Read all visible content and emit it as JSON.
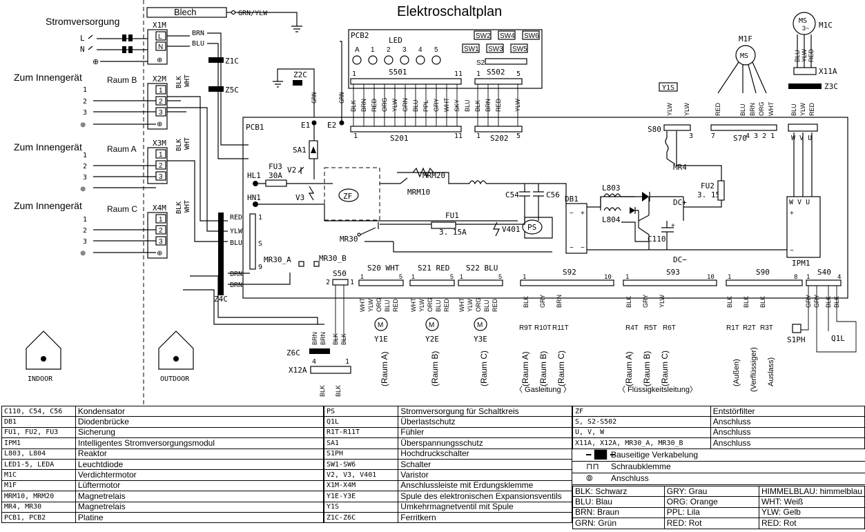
{
  "title": "Elektroschaltplan",
  "labels": {
    "power_supply": "Stromversorgung",
    "to_indoor": "Zum Innengerät",
    "blech": "Blech",
    "grn_ylw": "GRN/YLW",
    "room_b": "Raum B",
    "room_a": "Raum A",
    "room_c": "Raum C",
    "indoor": "INDOOR",
    "outdoor": "OUTDOOR",
    "gas_line": "〈 Gasleitung 〉",
    "liquid_line": "〈 Flüssigkeitsleitung〉",
    "pcb1": "PCB1",
    "pcb2": "PCB2",
    "led": "LED",
    "ipm1": "IPM1",
    "db1": "DB1",
    "l803": "L803",
    "l804": "L804",
    "c110": "C110",
    "c54": "C54",
    "c56": "C56",
    "fu1": "FU1",
    "fu1_val": "3. 15A",
    "fu2": "FU2",
    "fu2_val": "3. 15A",
    "fu3": "FU3",
    "fu3_val": "30A",
    "mrm10": "MRM10",
    "mrm20": "MRM20",
    "mr30": "MR30",
    "mr4": "MR4",
    "mr30_a": "MR30_A",
    "mr30_b": "MR30_B",
    "hl1": "HL1",
    "hn1": "HN1",
    "e1": "E1",
    "e2": "E2",
    "sa1": "SA1",
    "v2": "V2",
    "v3": "V3",
    "v401": "V401",
    "zf": "ZF",
    "ps": "PS",
    "z1c": "Z1C",
    "z2c": "Z2C",
    "z3c": "Z3C",
    "z4c": "Z4C",
    "z5c": "Z5C",
    "z6c": "Z6C",
    "x1m": "X1M",
    "x2m": "X2M",
    "x3m": "X3M",
    "x4m": "X4M",
    "x11a": "X11A",
    "x12a": "X12A",
    "m1f": "M1F",
    "m1c": "M1C",
    "ms": "MS",
    "y1s": "Y1S",
    "s80": "S80",
    "s70": "S70",
    "s201": "S201",
    "s202": "S202",
    "s501": "S501",
    "s502": "S502",
    "s2": "S2",
    "s20": "S20 WHT",
    "s21": "S21 RED",
    "s22": "S22 BLU",
    "s50": "S50",
    "s92": "S92",
    "s93": "S93",
    "s90": "S90",
    "s40": "S40",
    "s1ph": "S1PH",
    "q1l": "Q1L",
    "y1e": "Y1E",
    "y2e": "Y2E",
    "y3e": "Y3E",
    "dc_plus": "DC+",
    "dc_minus": "DC−",
    "sw1": "SW1",
    "sw2": "SW2",
    "sw3": "SW3",
    "sw4": "SW4",
    "sw5": "SW5",
    "sw6": "SW6",
    "rooms": [
      "(Raum A)",
      "(Raum B)",
      "(Raum C)"
    ],
    "sensors_gas": [
      "R9T",
      "R10T",
      "R11T"
    ],
    "sensors_liq": [
      "R4T",
      "R5T",
      "R6T"
    ],
    "sensors_out": [
      "R1T",
      "R2T",
      "R3T"
    ],
    "out_rooms": [
      "(Außen)",
      "(Verflüssiger)",
      "Auslass)"
    ]
  },
  "legend": {
    "col1": [
      [
        "C110, C54, C56",
        "Kondensator"
      ],
      [
        "DB1",
        "Diodenbrücke"
      ],
      [
        "FU1, FU2, FU3",
        "Sicherung"
      ],
      [
        "IPM1",
        "Intelligentes Stromversorgungsmodul"
      ],
      [
        "L803, L804",
        "Reaktor"
      ],
      [
        "LED1-5, LEDA",
        "Leuchtdiode"
      ],
      [
        "M1C",
        "Verdichtermotor"
      ],
      [
        "M1F",
        "Lüftermotor"
      ],
      [
        "MRM10, MRM20",
        "Magnetrelais"
      ],
      [
        "MR4, MR30",
        "Magnetrelais"
      ],
      [
        "PCB1, PCB2",
        "Platine"
      ]
    ],
    "col2": [
      [
        "PS",
        "Stromversorgung für Schaltkreis"
      ],
      [
        "Q1L",
        "Überlastschutz"
      ],
      [
        "R1T-R11T",
        "Fühler"
      ],
      [
        "SA1",
        "Überspannungsschutz"
      ],
      [
        "S1PH",
        "Hochdruckschalter"
      ],
      [
        "SW1-SW6",
        "Schalter"
      ],
      [
        "V2, V3, V401",
        "Varistor"
      ],
      [
        "X1M-X4M",
        "Anschlussleiste mit Erdungsklemme"
      ],
      [
        "Y1E-Y3E",
        "Spule des elektronischen Expansionsventils"
      ],
      [
        "Y1S",
        "Umkehrmagnetventil mit Spule"
      ],
      [
        "Z1C-Z6C",
        "Ferritkern"
      ]
    ],
    "col3": [
      [
        "ZF",
        "Entstörfilter"
      ],
      [
        "S, S2-S502",
        "Anschluss"
      ],
      [
        "U, V, W",
        "Anschluss"
      ],
      [
        "X11A, X12A, MR30_A, MR30_B",
        "Anschluss"
      ]
    ],
    "symbols": [
      "Bauseitige Verkabelung",
      "Schraubklemme",
      "Anschluss"
    ],
    "colors": [
      [
        "BLK: Schwarz",
        "GRY: Grau",
        "HIMMELBLAU: himmelblau"
      ],
      [
        "BLU: Blau",
        "ORG: Orange",
        "WHT: Weiß"
      ],
      [
        "BRN: Braun",
        "PPL: Lila",
        "YLW: Gelb"
      ],
      [
        "GRN: Grün",
        "RED: Rot",
        "RED: Rot"
      ]
    ]
  }
}
